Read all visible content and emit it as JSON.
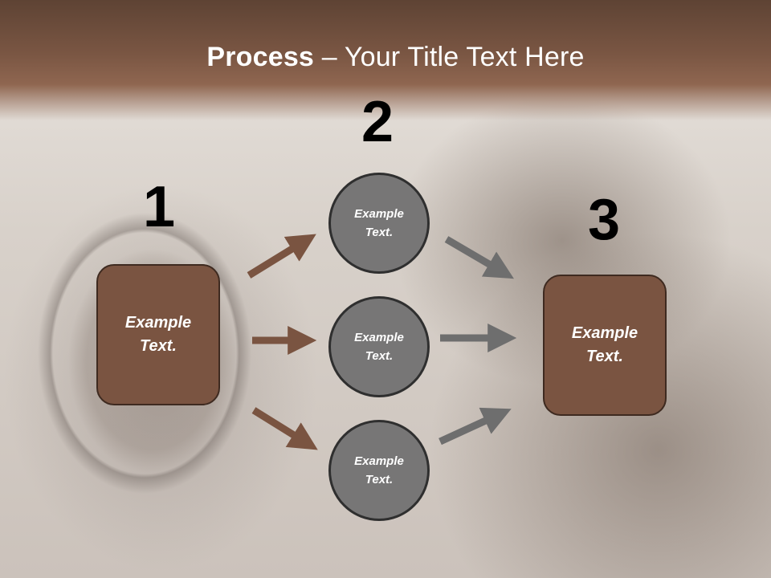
{
  "slide": {
    "title_bold": "Process",
    "title_rest": " – Your Title Text Here"
  },
  "steps": [
    {
      "number": "1",
      "text": "Example Text."
    },
    {
      "number": "2",
      "text": "Example Text."
    },
    {
      "number": "3",
      "text": "Example Text."
    }
  ],
  "middle_nodes": [
    {
      "text": "Example Text."
    },
    {
      "text": "Example Text."
    },
    {
      "text": "Example Text."
    }
  ],
  "colors": {
    "brown_box": "#7a5441",
    "gray_circle": "#777676",
    "brown_arrow": "#7a5441",
    "gray_arrow": "#6e6e6e"
  }
}
